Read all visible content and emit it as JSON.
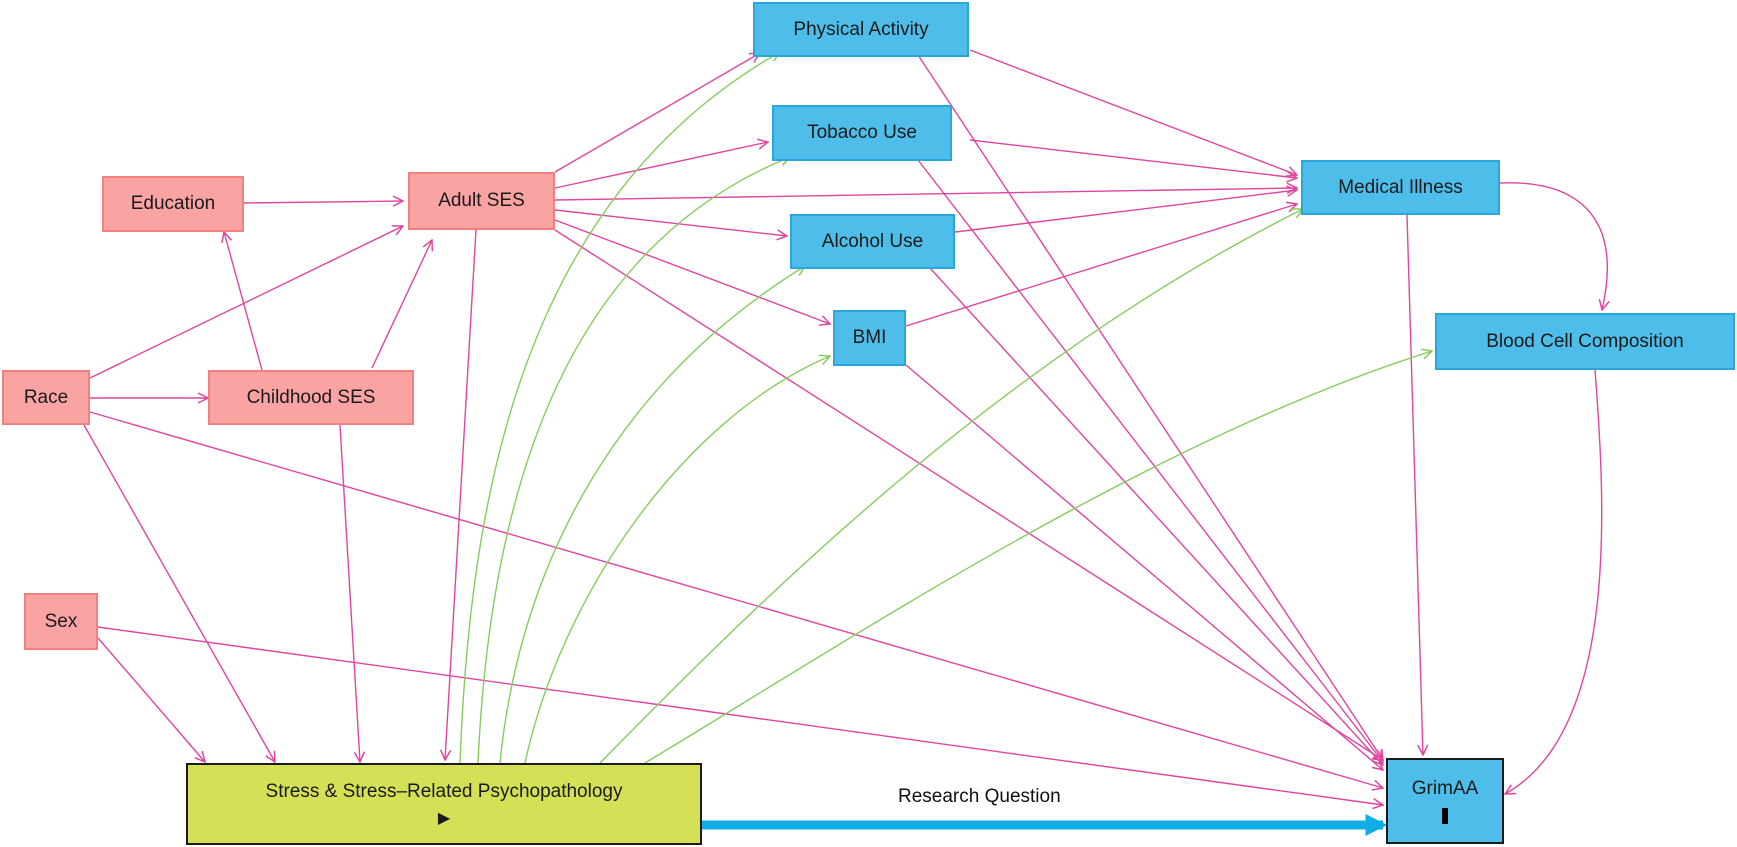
{
  "nodes": {
    "education": "Education",
    "adult_ses": "Adult SES",
    "race": "Race",
    "childhood_ses": "Childhood SES",
    "sex": "Sex",
    "stress": "Stress & Stress–Related Psychopathology",
    "physical_activity": "Physical Activity",
    "tobacco_use": "Tobacco Use",
    "alcohol_use": "Alcohol Use",
    "bmi": "BMI",
    "medical_illness": "Medical Illness",
    "blood_cell_composition": "Blood Cell Composition",
    "grimaa": "GrimAA"
  },
  "labels": {
    "research_question": "Research Question"
  },
  "colors": {
    "confounder_fill": "#f9a3a3",
    "mediator_fill": "#4ebde9",
    "exposure_fill": "#d4e157",
    "confounder_edge": "#e0459f",
    "mediator_edge": "#86cc5c",
    "research_question_edge": "#11aee6"
  }
}
